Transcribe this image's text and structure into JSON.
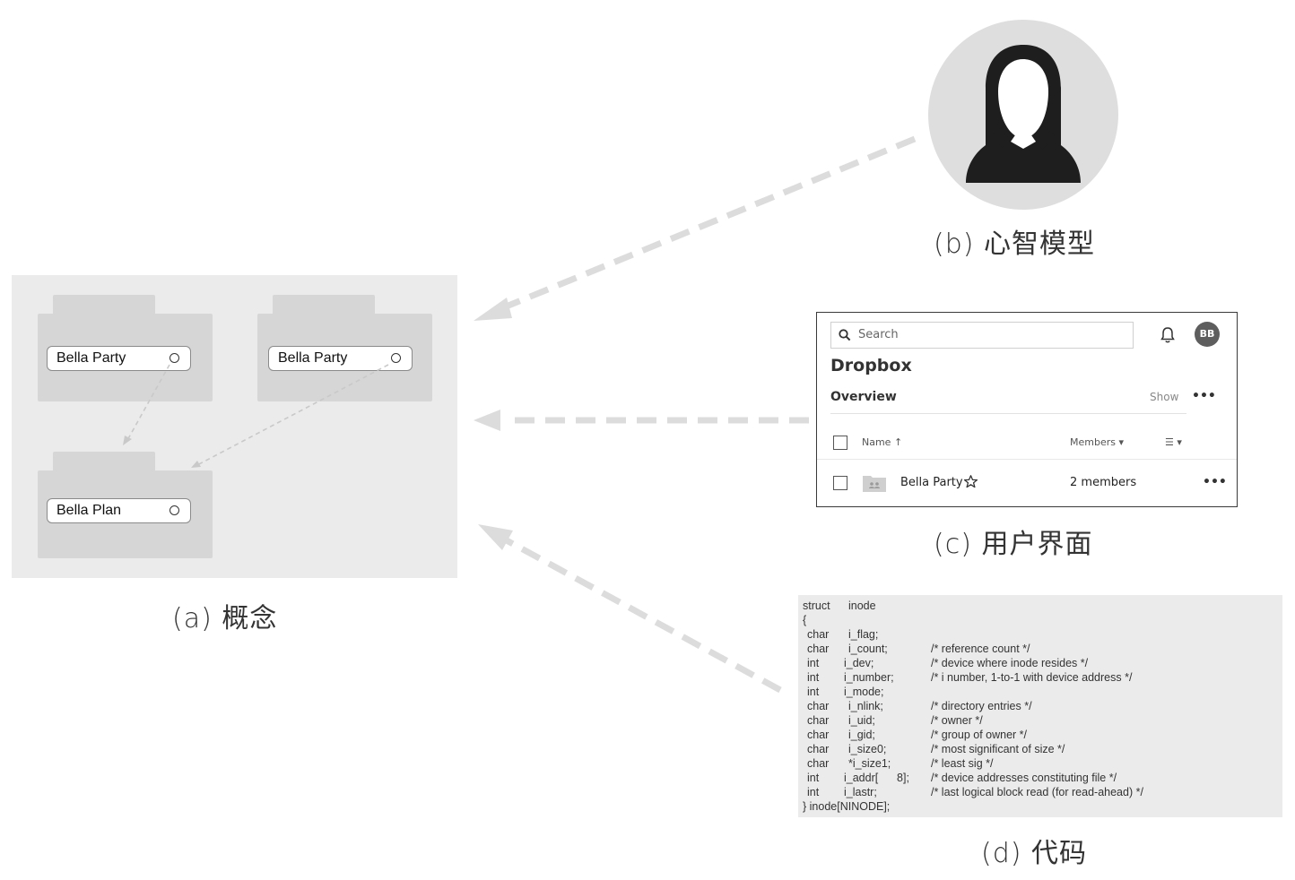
{
  "concept": {
    "folders": [
      {
        "label": "Bella Party"
      },
      {
        "label": "Bella Party"
      },
      {
        "label": "Bella Plan"
      }
    ],
    "caption": "(a) 概念"
  },
  "mental_model": {
    "caption": "(b) 心智模型"
  },
  "ui": {
    "search_placeholder": "Search",
    "user_initials": "BB",
    "app_title": "Dropbox",
    "section_title": "Overview",
    "show_label": "Show",
    "more_glyph": "•••",
    "columns": {
      "name": "Name ↑",
      "members": "Members ▾",
      "view": "☰ ▾"
    },
    "row": {
      "name": "Bella Party",
      "members": "2 members"
    },
    "caption": "(c) 用户界面"
  },
  "code": {
    "lines": [
      {
        "type": "struct",
        "name": "inode",
        "comment": ""
      },
      {
        "type": "{",
        "name": "",
        "comment": ""
      },
      {
        "type": "char",
        "name": "i_flag;",
        "comment": ""
      },
      {
        "type": "char",
        "name": "i_count;",
        "comment": "/* reference count */"
      },
      {
        "type": "int",
        "name": "i_dev;",
        "comment": "/* device where inode resides */"
      },
      {
        "type": "int",
        "name": "i_number;",
        "comment": "/* i number, 1-to-1 with device address */"
      },
      {
        "type": "int",
        "name": "i_mode;",
        "comment": ""
      },
      {
        "type": "char",
        "name": "i_nlink;",
        "comment": "/* directory entries */"
      },
      {
        "type": "char",
        "name": "i_uid;",
        "comment": "/* owner */"
      },
      {
        "type": "char",
        "name": "i_gid;",
        "comment": "/* group of owner */"
      },
      {
        "type": "char",
        "name": "i_size0;",
        "comment": "/* most significant of size */"
      },
      {
        "type": "char",
        "name": "*i_size1;",
        "comment": "/* least sig */"
      },
      {
        "type": "int",
        "name": "i_addr[      8];",
        "comment": "/* device addresses constituting file */"
      },
      {
        "type": "int",
        "name": "i_lastr;",
        "comment": "/* last logical block read (for read-ahead) */"
      },
      {
        "type": "} inode[NINODE];",
        "name": "",
        "comment": ""
      }
    ],
    "caption": "(d) 代码"
  },
  "colors": {
    "panel_bg": "#ebebeb",
    "folder": "#d6d6d6",
    "arrow": "#dcdcdc",
    "avatar_bg": "#dedede",
    "avatar_figure": "#1e1e1e"
  }
}
